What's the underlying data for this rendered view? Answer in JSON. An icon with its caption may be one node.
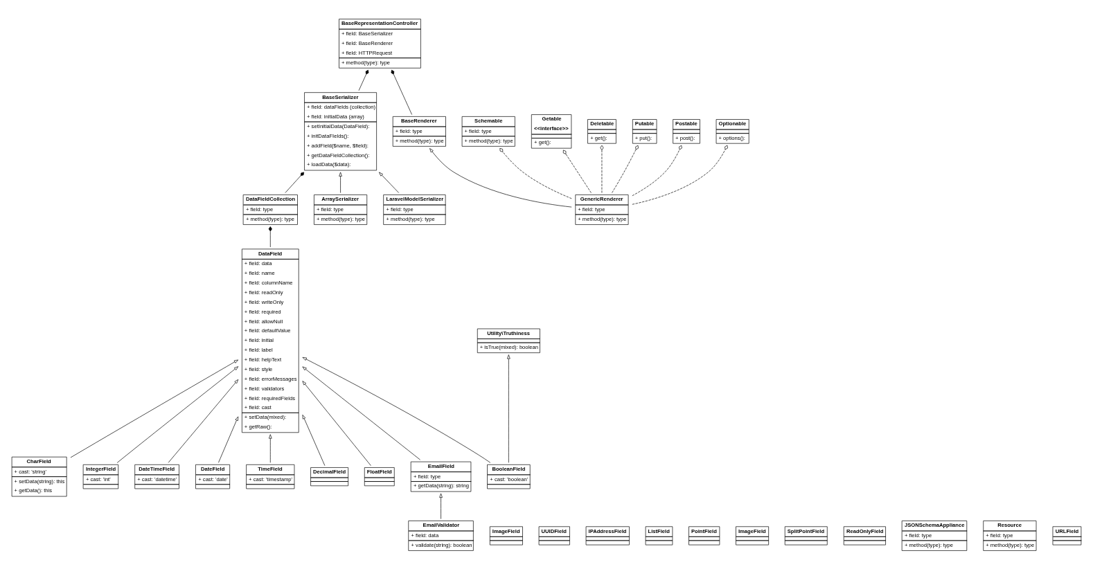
{
  "diagram": {
    "nodes": [
      {
        "text": [
          "BaseRepresentationController",
          "+ field: BaseSerializer",
          "+ field: BaseRenderer",
          "+ field: HTTPRequest",
          "+ method(type): type"
        ]
      },
      {
        "text": [
          "BaseSerializer",
          "+ field: dataFields (collection)",
          "+ field: initialData (array)",
          "+ setInitialData(DataField):",
          "+ initDataFIelds():",
          "+ addField($name, $field):",
          "+ getDataFieldCollection():",
          "+ loadData($data):"
        ]
      },
      {
        "text": [
          "DataFieldCollection",
          "+ field: type",
          "+ method(type): type"
        ]
      },
      {
        "text": [
          "DataField",
          "+ field: data",
          "+ field: name",
          "+ field: columnName",
          "+ field: readOnly",
          "+ field: writeOnly",
          "+ field: required",
          "+ field: allowNull",
          "+ field: defaultValue",
          "+ field: initial",
          "+ field: label",
          "+ field: helpText",
          "+ field: style",
          "+ field: errorMessages",
          "+ field: validators",
          "+ field: requiredFields",
          "+ field: cast",
          "+ setData(mixed):",
          "+ getRaw():"
        ]
      },
      {
        "text": [
          "CharField",
          "+ cast: 'string'",
          "+ setData(string): this",
          "+ getData(): this"
        ]
      },
      {
        "text": [
          "IntegerField",
          "+ cast: 'int'"
        ]
      },
      {
        "text": [
          "BooleanField",
          "+ cast: 'boolean'"
        ]
      },
      {
        "text": [
          "Utility\\Truthiness",
          "+ isTrue(mixed): boolean"
        ]
      },
      {
        "text": [
          "BaseRenderer",
          "+ field: type",
          "+ method(type): type"
        ]
      },
      {
        "text": [
          "ArraySerializer",
          "+ field: type",
          "+ method(type): type"
        ]
      },
      {
        "text": [
          "LaravelModelSerializer",
          "+ field: type",
          "+ method(type): type"
        ]
      },
      {
        "text": [
          "DateTimeField",
          "+ cast: 'datetime'"
        ]
      },
      {
        "text": [
          "ImageField"
        ]
      },
      {
        "text": [
          "UUIDField"
        ]
      },
      {
        "text": [
          "DateField",
          "+ cast: 'date'"
        ]
      },
      {
        "text": [
          "IPAddressField"
        ]
      },
      {
        "text": [
          "ListField"
        ]
      },
      {
        "text": [
          "TimeField",
          "+ cast: 'timestamp'"
        ]
      },
      {
        "text": [
          "PointField"
        ]
      },
      {
        "text": [
          "Schemable",
          "+ field: type",
          "+ method(type): type"
        ]
      },
      {
        "text": [
          "GenericRenderer",
          "+ field: type",
          "+ method(type): type"
        ]
      },
      {
        "text": [
          "Getable",
          "<<interface>>",
          "+ get():"
        ]
      },
      {
        "text": [
          "DecimalField"
        ]
      },
      {
        "text": [
          "ImageField"
        ]
      },
      {
        "text": [
          "Deletable",
          "+ get():"
        ]
      },
      {
        "text": [
          "FloatField"
        ]
      },
      {
        "text": [
          "SplitPointField"
        ]
      },
      {
        "text": [
          "Putable",
          "+ put():"
        ]
      },
      {
        "text": [
          "ReadOnlyField"
        ]
      },
      {
        "text": [
          "JSONSchemaAppliance",
          "+ field: type",
          "+ method(type): type"
        ]
      },
      {
        "text": [
          "Resource",
          "+ field: type",
          "+ method(type): type"
        ]
      },
      {
        "text": [
          "EmailField",
          "+ field: type",
          "+ getData(string): string"
        ]
      },
      {
        "text": [
          "URLField"
        ]
      },
      {
        "text": [
          "Postable",
          "+ post():"
        ]
      },
      {
        "text": [
          "EmailValidator",
          "+ field: data",
          "+ validate(string): boolean"
        ]
      },
      {
        "text": [
          "Optionable",
          "+ options():"
        ]
      }
    ],
    "edges": [
      {
        "from": 1,
        "to": 0,
        "arrow": "other"
      },
      {
        "from": 8,
        "to": 0,
        "arrow": "other"
      },
      {
        "from": 2,
        "to": 1,
        "arrow": "other"
      },
      {
        "from": 3,
        "to": 2,
        "arrow": "other"
      },
      {
        "from": 9,
        "to": 1,
        "arrow": "to"
      },
      {
        "from": 10,
        "to": 1,
        "arrow": "to"
      },
      {
        "from": 20,
        "to": 8,
        "arrow": "to"
      },
      {
        "from": 20,
        "to": 19,
        "arrow": "other",
        "style": "dashed"
      },
      {
        "from": 20,
        "to": 21,
        "arrow": "other",
        "style": "dashed"
      },
      {
        "from": 20,
        "to": 24,
        "arrow": "other",
        "style": "dashed"
      },
      {
        "from": 20,
        "to": 27,
        "arrow": "other",
        "style": "dashed"
      },
      {
        "from": 20,
        "to": 33,
        "arrow": "other",
        "style": "dashed"
      },
      {
        "from": 20,
        "to": 35,
        "arrow": "other",
        "style": "dashed"
      },
      {
        "from": 4,
        "to": 3,
        "arrow": "to"
      },
      {
        "from": 5,
        "to": 3,
        "arrow": "to"
      },
      {
        "from": 6,
        "to": 3,
        "arrow": "to"
      },
      {
        "from": 11,
        "to": 3,
        "arrow": "to"
      },
      {
        "from": 14,
        "to": 3,
        "arrow": "to"
      },
      {
        "from": 17,
        "to": 3,
        "arrow": "to"
      },
      {
        "from": 22,
        "to": 3,
        "arrow": "to"
      },
      {
        "from": 25,
        "to": 3,
        "arrow": "to"
      },
      {
        "from": 31,
        "to": 3,
        "arrow": "to"
      },
      {
        "from": 6,
        "to": 7,
        "arrow": "to"
      },
      {
        "from": 34,
        "to": 31,
        "arrow": "to"
      }
    ]
  }
}
